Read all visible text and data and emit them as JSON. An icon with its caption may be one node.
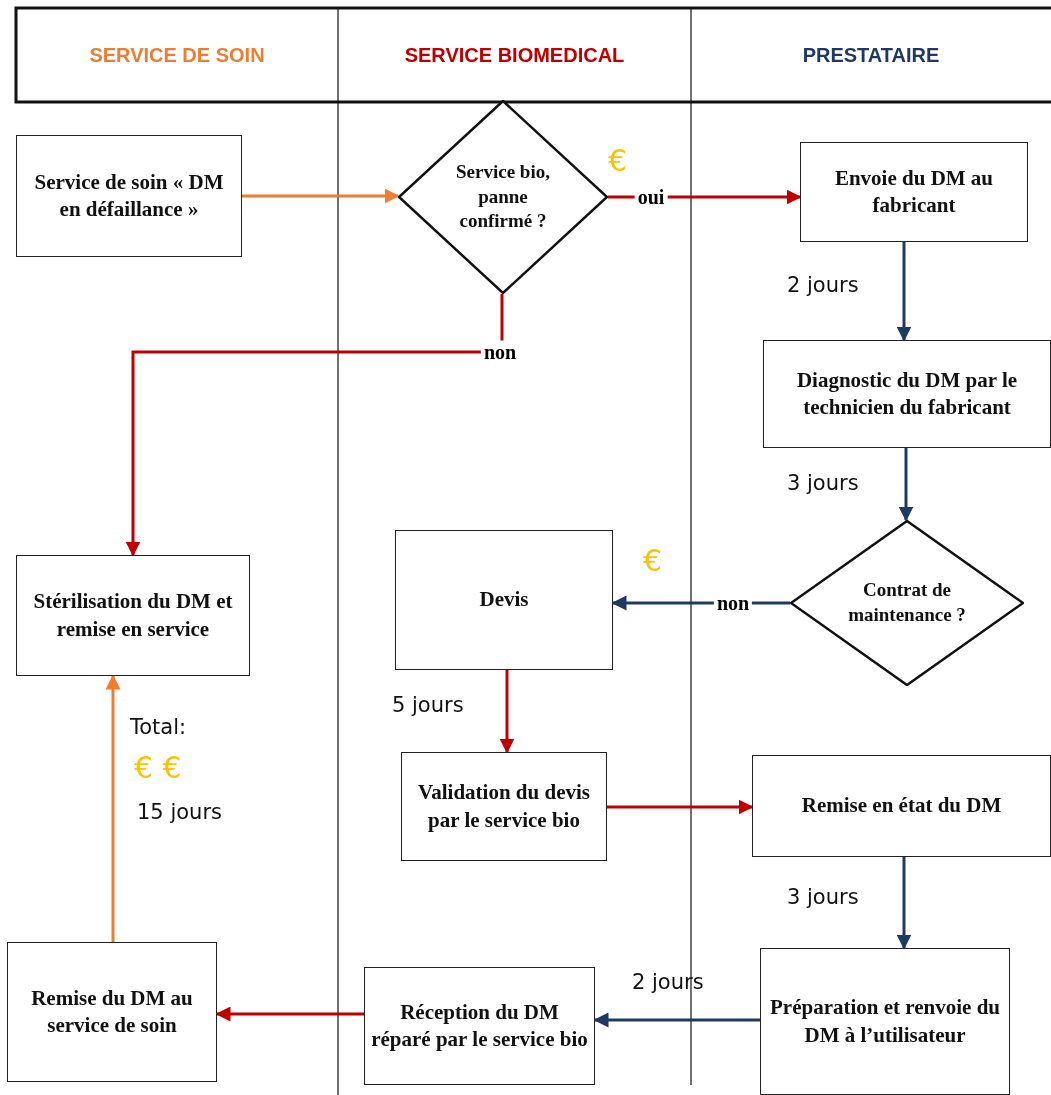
{
  "diagram": {
    "nodes": [
      {
        "text": [
          "SERVICE DE SOIN"
        ]
      },
      {
        "text": [
          "SERVICE BIOMEDICAL"
        ]
      },
      {
        "text": [
          "PRESTATAIRE"
        ]
      },
      {
        "text": [
          "Service de soin « DM en défaillance »"
        ]
      },
      {
        "text": [
          "Service bio, panne confirmé ?"
        ]
      },
      {
        "text": [
          "Envoie du DM au fabricant"
        ]
      },
      {
        "text": [
          "Diagnostic du DM par le technicien du fabricant"
        ]
      },
      {
        "text": [
          "Contrat de maintenance ?"
        ]
      },
      {
        "text": [
          "Devis"
        ]
      },
      {
        "text": [
          "Stérilisation du DM et remise en service"
        ]
      },
      {
        "text": [
          "Validation du devis par le service bio"
        ]
      },
      {
        "text": [
          "Remise en état du DM"
        ]
      },
      {
        "text": [
          "Préparation et renvoie du DM à l’utilisateur"
        ]
      },
      {
        "text": [
          "Réception du DM réparé par le service bio"
        ]
      },
      {
        "text": [
          "Remise du DM au service de soin"
        ]
      }
    ],
    "edges": [
      {
        "from": 3,
        "to": 4,
        "arrow": "to",
        "color": "#ed7d31"
      },
      {
        "from": 4,
        "to": 5,
        "arrow": "to",
        "label": "oui"
      },
      {
        "from": 4,
        "to": 9,
        "arrow": "to",
        "label": "non"
      },
      {
        "from": 5,
        "to": 6,
        "arrow": "to",
        "color": "#1f3864"
      },
      {
        "from": 6,
        "to": 7,
        "arrow": "to",
        "color": "#1f3864"
      },
      {
        "from": 7,
        "to": 8,
        "arrow": "to",
        "label": "non",
        "color": "#1f3864"
      },
      {
        "from": 8,
        "to": 10,
        "arrow": "to"
      },
      {
        "from": 10,
        "to": 11,
        "arrow": "to"
      },
      {
        "from": 11,
        "to": 12,
        "arrow": "to",
        "color": "#1f3864"
      },
      {
        "from": 12,
        "to": 13,
        "arrow": "to",
        "color": "#1f3864"
      },
      {
        "from": 13,
        "to": 14,
        "arrow": "to"
      },
      {
        "from": 14,
        "to": 9,
        "arrow": "to",
        "color": "#ed7d31"
      }
    ],
    "labels": [
      "€",
      "2 jours",
      "3 jours",
      "€",
      "5 jours",
      "Total:",
      "€ €",
      "15 jours",
      "3 jours",
      "2 jours"
    ]
  }
}
